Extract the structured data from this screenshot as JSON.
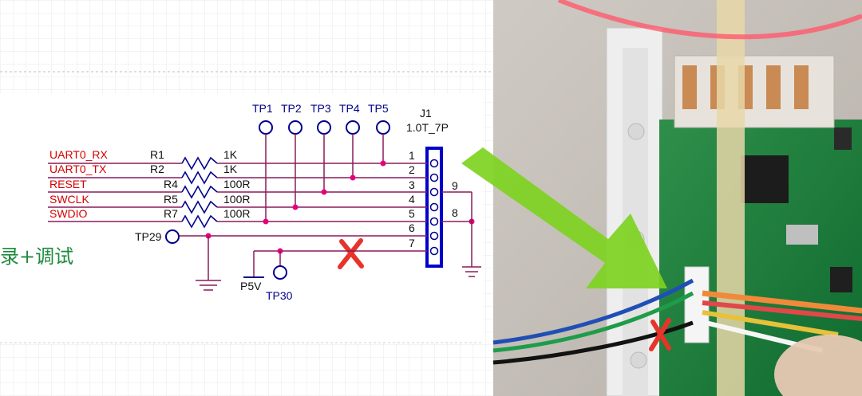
{
  "schematic": {
    "signals": [
      {
        "name": "UART0_RX",
        "resistor": "R1",
        "value": "1K",
        "pin": "1"
      },
      {
        "name": "UART0_TX",
        "resistor": "R2",
        "value": "1K",
        "pin": "2"
      },
      {
        "name": "RESET",
        "resistor": "R4",
        "value": "100R",
        "pin": "3"
      },
      {
        "name": "SWCLK",
        "resistor": "R5",
        "value": "100R",
        "pin": "4"
      },
      {
        "name": "SWDIO",
        "resistor": "R7",
        "value": "100R",
        "pin": "5"
      }
    ],
    "test_points": [
      "TP1",
      "TP2",
      "TP3",
      "TP4",
      "TP5"
    ],
    "connector": {
      "name": "J1",
      "part": "1.0T_7P"
    },
    "extra_pins": [
      "6",
      "7",
      "8",
      "9"
    ],
    "tp29": "TP29",
    "tp30": "TP30",
    "p5v": "P5V",
    "chinese_text": "录+调试"
  },
  "colors": {
    "signal": "#d40000",
    "wire": "#8b1a5a",
    "junction": "#e6007e",
    "component": "#00008c",
    "arrow": "#7ed321",
    "mark": "#e8332a"
  }
}
